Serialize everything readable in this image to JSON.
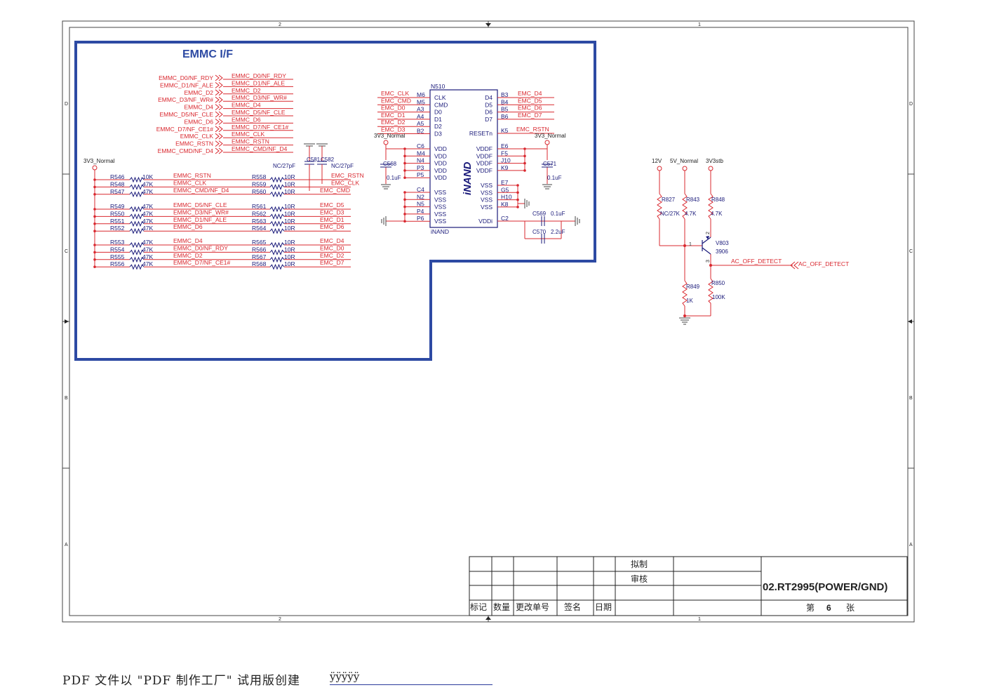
{
  "sheet": {
    "frame_top_labels": [
      "2",
      "1"
    ],
    "frame_side_labels": [
      "D",
      "C",
      "B",
      "A"
    ],
    "block_title": "EMMC I/F"
  },
  "emmc_if": {
    "net_pairs": [
      {
        "left": "EMMC_D0/NF_RDY",
        "right": "EMMC_D0/NF_RDY"
      },
      {
        "left": "EMMC_D1/NF_ALE",
        "right": "EMMC_D1/NF_ALE"
      },
      {
        "left": "EMMC_D2",
        "right": "EMMC_D2"
      },
      {
        "left": "EMMC_D3/NF_WR#",
        "right": "EMMC_D3/NF_WR#"
      },
      {
        "left": "EMMC_D4",
        "right": "EMMC_D4"
      },
      {
        "left": "EMMC_D5/NF_CLE",
        "right": "EMMC_D5/NF_CLE"
      },
      {
        "left": "EMMC_D6",
        "right": "EMMC_D6"
      },
      {
        "left": "EMMC_D7/NF_CE1#",
        "right": "EMMC_D7/NF_CE1#"
      },
      {
        "left": "EMMC_CLK",
        "right": "EMMC_CLK"
      },
      {
        "left": "EMMC_RSTN",
        "right": "EMMC_RSTN"
      },
      {
        "left": "EMMC_CMD/NF_D4",
        "right": "EMMC_CMD/NF_D4"
      }
    ],
    "rail_label": "3V3_Normal",
    "cap_c581": {
      "ref": "C581",
      "value": "NC/27pF"
    },
    "cap_c582": {
      "ref": "C582",
      "value": "NC/27pF"
    },
    "resistor_rows": [
      {
        "pull_ref": "R546",
        "pull_val": "10K",
        "net": "EMMC_RSTN",
        "ser_ref": "R558",
        "ser_val": "10R",
        "out": "EMC_RSTN"
      },
      {
        "pull_ref": "R548",
        "pull_val": "47K",
        "net": "EMMC_CLK",
        "ser_ref": "R559",
        "ser_val": "10R",
        "out": "EMC_CLK"
      },
      {
        "pull_ref": "R547",
        "pull_val": "47K",
        "net": "EMMC_CMD/NF_D4",
        "ser_ref": "R560",
        "ser_val": "10R",
        "out": "EMC_CMD"
      },
      {
        "pull_ref": "R549",
        "pull_val": "47K",
        "net": "EMMC_D5/NF_CLE",
        "ser_ref": "R561",
        "ser_val": "10R",
        "out": "EMC_D5"
      },
      {
        "pull_ref": "R550",
        "pull_val": "47K",
        "net": "EMMC_D3/NF_WR#",
        "ser_ref": "R562",
        "ser_val": "10R",
        "out": "EMC_D3"
      },
      {
        "pull_ref": "R551",
        "pull_val": "47K",
        "net": "EMMC_D1/NF_ALE",
        "ser_ref": "R563",
        "ser_val": "10R",
        "out": "EMC_D1"
      },
      {
        "pull_ref": "R552",
        "pull_val": "47K",
        "net": "EMMC_D6",
        "ser_ref": "R564",
        "ser_val": "10R",
        "out": "EMC_D6"
      },
      {
        "pull_ref": "R553",
        "pull_val": "47K",
        "net": "EMMC_D4",
        "ser_ref": "R565",
        "ser_val": "10R",
        "out": "EMC_D4"
      },
      {
        "pull_ref": "R554",
        "pull_val": "47K",
        "net": "EMMC_D0/NF_RDY",
        "ser_ref": "R566",
        "ser_val": "10R",
        "out": "EMC_D0"
      },
      {
        "pull_ref": "R555",
        "pull_val": "47K",
        "net": "EMMC_D2",
        "ser_ref": "R567",
        "ser_val": "10R",
        "out": "EMC_D2"
      },
      {
        "pull_ref": "R556",
        "pull_val": "47K",
        "net": "EMMC_D7/NF_CE1#",
        "ser_ref": "R568",
        "ser_val": "10R",
        "out": "EMC_D7"
      }
    ]
  },
  "inand": {
    "ref": "N510",
    "footer": "iNAND",
    "logo": "iNAND",
    "left_pins": [
      {
        "net": "EMC_CLK",
        "ball": "M6",
        "name": "CLK"
      },
      {
        "net": "EMC_CMD",
        "ball": "M5",
        "name": "CMD"
      },
      {
        "net": "EMC_D0",
        "ball": "A3",
        "name": "D0"
      },
      {
        "net": "EMC_D1",
        "ball": "A4",
        "name": "D1"
      },
      {
        "net": "EMC_D2",
        "ball": "A5",
        "name": "D2"
      },
      {
        "net": "EMC_D3",
        "ball": "B2",
        "name": "D3"
      }
    ],
    "vdd_pins": [
      {
        "ball": "C6",
        "name": "VDD"
      },
      {
        "ball": "M4",
        "name": "VDD"
      },
      {
        "ball": "N4",
        "name": "VDD"
      },
      {
        "ball": "P3",
        "name": "VDD"
      },
      {
        "ball": "P5",
        "name": "VDD"
      }
    ],
    "vss_left_pins": [
      {
        "ball": "C4",
        "name": "VSS"
      },
      {
        "ball": "N2",
        "name": "VSS"
      },
      {
        "ball": "N5",
        "name": "VSS"
      },
      {
        "ball": "P4",
        "name": "VSS"
      },
      {
        "ball": "P6",
        "name": "VSS"
      }
    ],
    "right_data_pins": [
      {
        "name": "D4",
        "ball": "B3",
        "net": "EMC_D4"
      },
      {
        "name": "D5",
        "ball": "B4",
        "net": "EMC_D5"
      },
      {
        "name": "D6",
        "ball": "B5",
        "net": "EMC_D6"
      },
      {
        "name": "D7",
        "ball": "B6",
        "net": "EMC_D7"
      }
    ],
    "reset_pin": {
      "name": "RESETn",
      "ball": "K5",
      "net": "EMC_RSTN"
    },
    "vddf_pins": [
      {
        "name": "VDDF",
        "ball": "E6"
      },
      {
        "name": "VDDF",
        "ball": "F5"
      },
      {
        "name": "VDDF",
        "ball": "J10"
      },
      {
        "name": "VDDF",
        "ball": "K9"
      }
    ],
    "vss_right_pins": [
      {
        "name": "VSS",
        "ball": "E7"
      },
      {
        "name": "VSS",
        "ball": "G5"
      },
      {
        "name": "VSS",
        "ball": "H10"
      },
      {
        "name": "VSS",
        "ball": "K8"
      }
    ],
    "vddi_pin": {
      "name": "VDDi",
      "ball": "C2"
    },
    "rail_left": "3V3_Normal",
    "rail_right": "3V3_Normal",
    "c568": {
      "ref": "C568",
      "value": "0.1uF"
    },
    "c571": {
      "ref": "C571",
      "value": "0.1uF"
    },
    "c569": {
      "ref": "C569",
      "value": "0.1uF"
    },
    "c570": {
      "ref": "C570",
      "value": "2.2uF"
    }
  },
  "ac_detect": {
    "rails": [
      "12V",
      "5V_Normal",
      "3V3stb"
    ],
    "r827": {
      "ref": "R827",
      "value": "NC/27K"
    },
    "r843": {
      "ref": "R843",
      "value": "4.7K"
    },
    "r848": {
      "ref": "R848",
      "value": "4.7K"
    },
    "r849": {
      "ref": "R849",
      "value": "1K"
    },
    "r850": {
      "ref": "R850",
      "value": "100K"
    },
    "transistor": {
      "ref": "V803",
      "part": "3906",
      "pin_b": "1",
      "pin_c": "2",
      "pin_e": "3"
    },
    "net": "AC_OFF_DETECT",
    "port": "AC_OFF_DETECT"
  },
  "title_block": {
    "drawn": "拟制",
    "reviewed": "审核",
    "col_headers": [
      "标记",
      "数量",
      "更改单号",
      "签名",
      "日期"
    ],
    "title": "02.RT2995(POWER/GND)",
    "sheet_prefix": "第",
    "sheet_no": "6",
    "sheet_suffix": "张"
  },
  "footer": {
    "text": "PDF 文件以 \"PDF 制作工厂\" 试用版创建",
    "link_text": "ÿÿÿÿÿ"
  }
}
